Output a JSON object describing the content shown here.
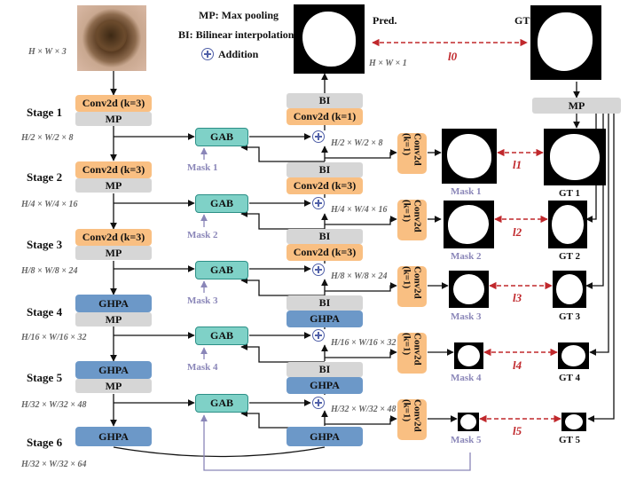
{
  "legend": {
    "mp": "MP: Max pooling",
    "bi": "BI: Bilinear interpolation",
    "add": "Addition"
  },
  "input_dim": "H × W × 3",
  "pred_label": "Pred.",
  "pred_dim": "H × W × 1",
  "gt_label": "GT",
  "stages": [
    "Stage 1",
    "Stage 2",
    "Stage 3",
    "Stage 4",
    "Stage 5",
    "Stage 6"
  ],
  "encoder_dims": [
    "H/2 × W/2 × 8",
    "H/4 × W/4 × 16",
    "H/8 × W/8 × 24",
    "H/16 × W/16 × 32",
    "H/32 × W/32 × 48",
    "H/32 × W/32 × 64"
  ],
  "decoder_dims": [
    "H/2 × W/2 × 8",
    "H/4 × W/4 × 16",
    "H/8 × W/8 × 24",
    "H/16 × W/16 × 32",
    "H/32 × W/32 × 48"
  ],
  "blocks": {
    "conv3": "Conv2d (k=3)",
    "conv1": "Conv2d (k=1)",
    "conv1_vertical": "Conv2d (k=1)",
    "mp": "MP",
    "bi": "BI",
    "ghpa": "GHPA",
    "gab": "GAB"
  },
  "mask_labels": [
    "Mask 1",
    "Mask 2",
    "Mask 3",
    "Mask 4",
    "Mask 5"
  ],
  "gt_labels": [
    "GT 1",
    "GT 2",
    "GT 3",
    "GT 4",
    "GT 5"
  ],
  "losses": [
    "l0",
    "l1",
    "l2",
    "l3",
    "l4",
    "l5"
  ],
  "colors": {
    "orange": "#f9bf82",
    "blue": "#6c98c8",
    "teal": "#7fd1c7",
    "gray": "#d6d6d6",
    "mask_text": "#8a86b8",
    "loss": "#c0282c"
  }
}
